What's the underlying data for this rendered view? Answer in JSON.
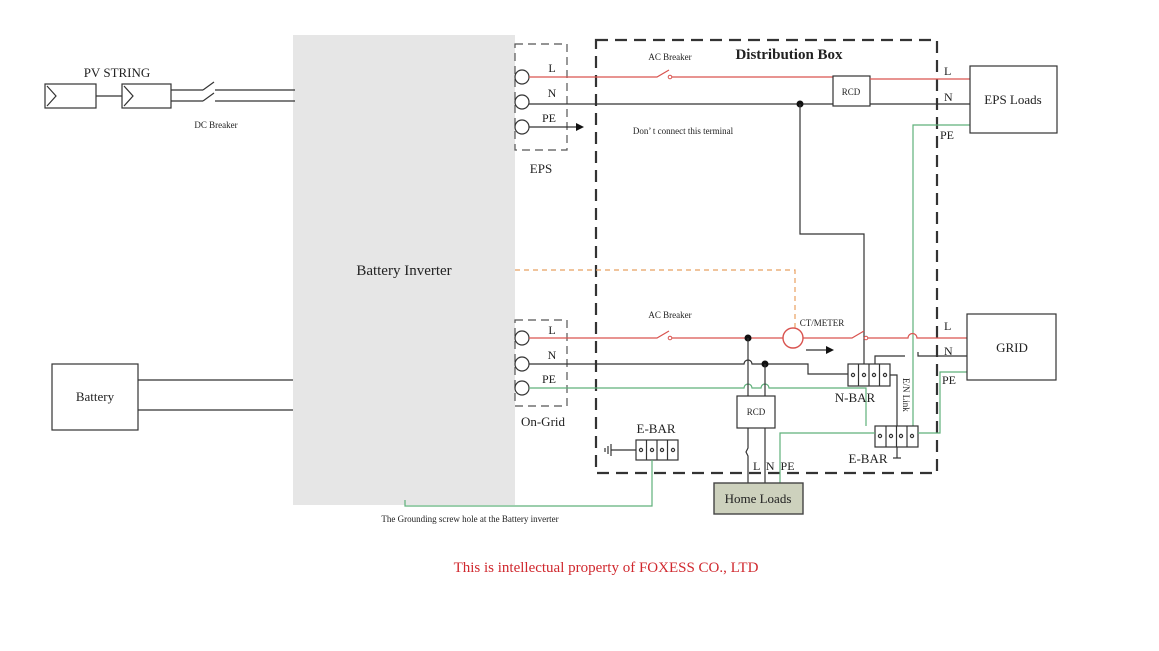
{
  "diagram": {
    "pv_string_label": "PV STRING",
    "dc_breaker_label": "DC Breaker",
    "inverter_label": "Battery Inverter",
    "battery_label": "Battery",
    "eps_port": {
      "label": "EPS",
      "terminals": [
        "L",
        "N",
        "PE"
      ]
    },
    "ongrid_port": {
      "label": "On-Grid",
      "terminals": [
        "L",
        "N",
        "PE"
      ]
    },
    "distribution_box_label": "Distribution Box",
    "ac_breaker_top_label": "AC Breaker",
    "ac_breaker_bottom_label": "AC Breaker",
    "rcd_top_label": "RCD",
    "rcd_bottom_label": "RCD",
    "dont_connect_note": "Don’ t connect this terminal",
    "ct_meter_label": "CT/METER",
    "n_bar_label": "N-BAR",
    "e_bar_left_label": "E-BAR",
    "e_bar_right_label": "E-BAR",
    "en_link_label": "E/N Link",
    "eps_loads_label": "EPS Loads",
    "eps_loads_terminals": [
      "L",
      "N",
      "PE"
    ],
    "grid_label": "GRID",
    "grid_terminals": [
      "L",
      "N",
      "PE"
    ],
    "home_loads_label": "Home Loads",
    "home_loads_terminals": "L  N  PE",
    "grounding_note": "The Grounding screw hole at the Battery inverter",
    "footer": "This is intellectual property of  FOXESS CO., LTD",
    "colors": {
      "line_wire": "#d9534f",
      "neutral_wire": "#333333",
      "earth_wire": "#5fb07a",
      "ct_signal": "#e8a060",
      "inverter_fill": "#e6e6e6",
      "home_loads_fill": "#cdd1bd",
      "footer_text": "#d0282e"
    }
  }
}
